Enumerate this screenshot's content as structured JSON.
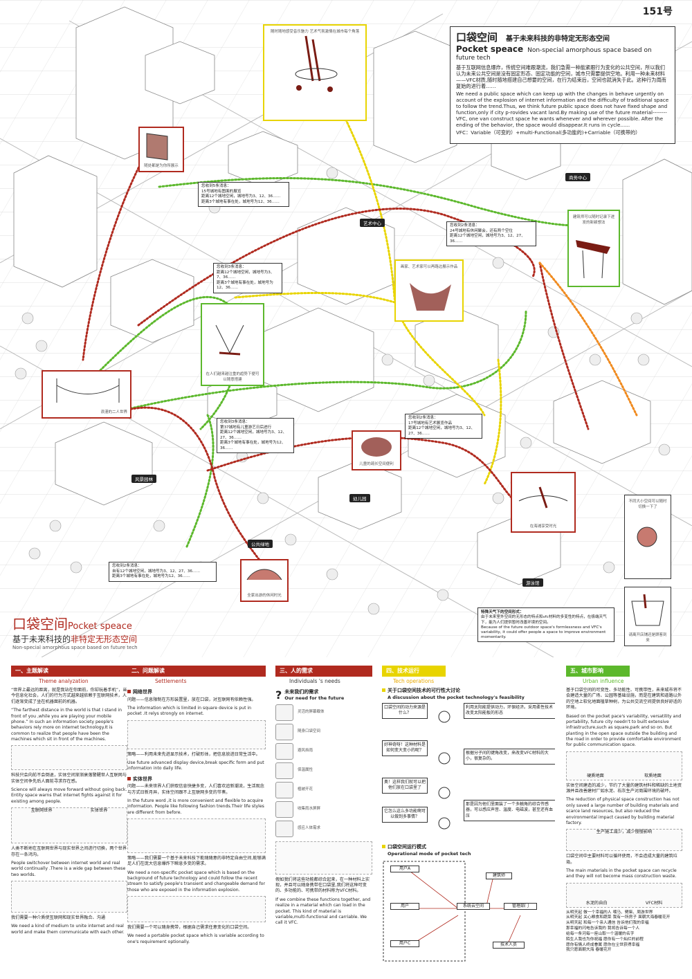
{
  "page_number": "151号",
  "title_box": {
    "title_cn": "口袋空间",
    "subtitle_cn": "基于未来科技的非特定无形态空间",
    "title_en": "Pocket speace",
    "subtitle_en": "Non-special amorphous space based on future tech",
    "desc_cn": "基于互联网信息爆炸，传统空间难跟潮流，我们急需一种能紧跟行为变化的公共空间，所以我们认为未来公共空间是没有固定形态、固定功能的空间，城市只需要提供空地。利用一种未来材料——VFC材质,随时随地搭建自己想要的空间，在行为结束后，空间也就消失于此。这种行为周而复始的进行着……",
    "desc_en": "We need a public space which can keep up with the changes in behave urgently on account of the explosion of internet information and the difficulty of traditional space to follow the trend.Thus, we think future public space does not have fixed shape and function,only if city p-rovides vacant land.By making use of the future material--------VFC, one van construct space he wants whenever and wherever possible. After the ending of the behavior, the space would disappear.It runs in cycle......",
    "vfc_line": "VFC：Variable（可变的）+multi-Functional(多功能的)+Carriable（可携带的）"
  },
  "places": [
    "商务中心",
    "艺术中心",
    "风景园林",
    "幼儿园",
    "公共绿地",
    "游泳馆"
  ],
  "callouts": [
    {
      "caption": "随时随地感受音乐魅力 艺术气氛激情在城市每个角落"
    },
    {
      "caption": "随处都是为你所展示"
    },
    {
      "caption": "建筑师可以随时记录下迸发的新颖想法"
    },
    {
      "caption": "画家、艺术家可以再路边展示作品"
    },
    {
      "caption": "在人们越来越注重的趋势下便可以随意搭建"
    },
    {
      "caption": "浪漫的二人世界"
    },
    {
      "caption": "儿童的疏长空间便利"
    },
    {
      "caption": "在海滩享受时光"
    },
    {
      "caption": "全家出游的休闲时光"
    },
    {
      "caption": "不同大小空间可以随时切换一下了"
    },
    {
      "caption": "请离开店铺还是顾客到来"
    }
  ],
  "notes": [
    {
      "lines": [
        "您收到5条消息：",
        "15号城地有图面的展览",
        "距离12个城地空闲，城地号为3、12、36……",
        "距离3个城地有事在处，城地号为12、36……"
      ]
    },
    {
      "lines": [
        "您收到2条消息：",
        "24号城地有休闲聚会，还有两个空位",
        "距离12个城地空闲，城地号为3、12、27、36……"
      ]
    },
    {
      "lines": [
        "您收到3条消息：",
        "距离12个城地空闲，城地号为3、7、36……",
        "距离3个城地有事在处，城地号为12、36……"
      ]
    },
    {
      "lines": [
        "您收到3条消息：",
        "第37城地有儿童游艺日后进行",
        "距离12个城地空闲，城地号为3、12、27、36……",
        "距离3个城地有事在处，城地号为12、36……"
      ]
    },
    {
      "lines": [
        "您收到2条消息：",
        "17号城地有艺术展览作品",
        "距离12个城地空闲，城地号为3、12、27、36……"
      ]
    },
    {
      "lines": [
        "您收到2条消息：",
        "自有12个城地空闲，城地号为3、12、27、36……",
        "距离3个城地有事在处，城地号为12、36……"
      ]
    }
  ],
  "bottom_title": {
    "cn": "口袋空间",
    "en": "Pocket speace",
    "sub_cn_a": "基于未来科技的",
    "sub_cn_b": "非特定无形态空间",
    "sub_en": "Non-special amorphous space based on future tech"
  },
  "weather_box": {
    "title": "特殊天气下的空间形式：",
    "cn": "由于未来室外空间的无形态的特点和vfc材料的多变性的特点，在极端天气下，能为人们提供暂时改善环境的空间。",
    "en": "Because of the future outdoor space's formlessness and VFC's variability, it could offer people a space to improve environment momentarily."
  },
  "colors": {
    "red": "#b02a1f",
    "orange": "#f08a1e",
    "yellow": "#e8d400",
    "green": "#5cb82c"
  },
  "panels": {
    "p1": {
      "head": "一、主题解读",
      "head_en": "Theme analyzation",
      "t1": "“世界上最远的距离，就是我站在你面前，你却玩着手机”，当今信息化社会，人们的行为方式越来越依赖于互联网技术，人们逐渐变成了坐在机器面前的机器。",
      "t2": "“The farthest distance in the world is that I stand in front of you ,while you are playing your mobile phone.” In such an information society people's behaviors rely more on internet technology.It is common to realize that people have been the machines which sit in front of the machines.",
      "t3": "科技只会向前不会倒退，实体空间渐渐衰落警醒世人互联网与实体空间争先后人面前寻求存在感。",
      "t4": "Science will always move forward without going back. Entity space warns that internet fights against it for existing among people.",
      "lbl1": "互联网世界",
      "lbl2": "实体世界",
      "t5": "人类不断地在互联网世界与现实世界之间进行切换，两个世界存在一条鸿沟。",
      "t6": "People switchover between internet world and real world continually .There is a wide gap between these two worlds.",
      "t7": "我们需要一种介质使互联网和现实世界融合、沟通",
      "t8": "We need a kind of medium to unite internet and real world and make them communicate with each other."
    },
    "p2": {
      "head": "二、问题解读",
      "head_en": "Settlements",
      "s1": "网络世界",
      "s2": "实体世界",
      "q1": "问题——信息限制在方形装置里，放在口袋，对互联网有依赖性强。",
      "q1en": "The information which is limited in square device is put in pocket .It relys strongly on internet.",
      "c1": "策略——利用未来先进显示技术，打破形体，把信息放进日常生活中。",
      "c1en": "Use future advanced display device,break specific form and put information into daily life.",
      "q2": "问题——未来世界人们获取信息快捷多变，人们喜欢追新潮流，生活观念与方式日新月异，实体空间跟不上互联网多变的节奏。",
      "q2en": "In the future word ,it is more convenient and flexible to acquire information. People like following fashion trends.Their life styles are different from before.",
      "c2": "策略——我们需要一个基于未来科技下能随随意的非特定自由空间,能够满足人们在庞大信息爆炸下瞬息多变的需求。",
      "c2en": "We need a non-specific pocket space which is based on the background of future technology and could follow the recent stream to satisfy people's transient and changeable demand for those who are exposed in the information explosion.",
      "c3": "我们需要一个可以随身携带，根据自己需求任意变化的口袋空间。",
      "c3en": "We need a portable pocket space which is variable according to one's requirement optionally."
    },
    "p3": {
      "head": "三、人的需求",
      "head_en": "Individuals 's needs",
      "q": "未来我们的需求",
      "qen": "Our need for the future",
      "items": [
        "灵活的屏幕载体",
        "随身口袋空间",
        "避风挡雨",
        "保温属性",
        "植被开花",
        "收集雨水屏屏",
        "感应人体需求"
      ],
      "t1": "假如我们将这些功能都综合起来，在一种材料上实现，并且可以随身携带在口袋里,我们将这种可变的、多功能的、可携带的材料称为VFC材料。",
      "t1en": "If we combine these functions together, and realize in a material which can load in the pocket. This kind of material is variable,multi-functional and carriable. We call it VFC."
    },
    "p4": {
      "head": "四、技术运行",
      "head_en": "Tech operations",
      "d1": "关于口袋空间技术的可行性大讨论",
      "d1en": "A discussion about the pocket technology's feasibility",
      "b1": "口袋空间的动力来源是什么？",
      "a1": "利用太阳能提供动力，环保经济。采用柔性技术改变太阳能板的形态",
      "b2": "好神奇呀！这种材料是如何变大变小的呢？",
      "a2": "根据分子间的键角改变，来改变VFC材料的大小，很复杂的。",
      "b3": "奥！这样我们就可以把他们放在口袋里了",
      "b4": "它怎么这么多功能啊可以做到多事情？",
      "a4": "那是因为他们里面装了一个多触角的综合传感器，可以感应声音、温度、电磁波，甚至还有血压",
      "m": "口袋空间运行模式",
      "men": "Operational mode of pocket tech",
      "u1": "用户A",
      "u2": "用户",
      "u3": "用户C",
      "sys": "系统云空间",
      "arch": "建筑师",
      "mgr": "管理部门",
      "tech": "技术人员"
    },
    "p5": {
      "head": "五、城市影响",
      "head_en": "Urban influence",
      "t1": "基于口袋空间的可变性、多功能性、可携带性，未来城市将不会建造大量的广场、公园等基础设施，而是在建筑和道路以外的空地上软化地面植草种树，为公共交流空间提供良好舒适的环境。",
      "t1en": "Based on the pocket pace's variability, versatility and portability, future city needn't to built extensive infrastructure,such as square,park and so on. But planting in the open space outside the building and the road in order to provide comfortable environment for public communication space.",
      "l1": "硬质地面",
      "l2": "软质地面",
      "t2": "实体空间建造的减少，节约了大量的建筑材料和稀缺的土地资源并且改善建材厂如水泥、石灰生产对周围环境的破坏。",
      "t2en": "The reduction of physical space construction has not only saved a large number of building materials and scarce land resources, but also reduced the environmental impact caused by building material factory.",
      "l3": "生产施工减少，减少慢慢影响",
      "t3": "口袋空间中主要材料可以循环使用，不会造成大量的建筑垃圾。",
      "t3en": "The main materials in the pocket space can recycle and they will not become mass construction waste.",
      "l4": "水泥的自白",
      "l5": "VFC材料",
      "poem": [
        "从明天起 做一个幸福的人 喂马、劈柴、周游世界",
        "从明天起 关心粮食和蔬菜 我有一所房子 面朝大海春暖花开",
        "从明天起 和每一个亲人通信 告诉他们我的幸福",
        "那幸福的闪电告诉我的 我将告诉每一个人",
        "给每一条河每一座山取一个温暖的名字",
        "陌生人我也为你祝福 愿你有一个灿烂的前程",
        "愿你有情人终成眷属 愿你在尘世获得幸福",
        "我只愿面朝大海 春暖花开"
      ]
    }
  }
}
